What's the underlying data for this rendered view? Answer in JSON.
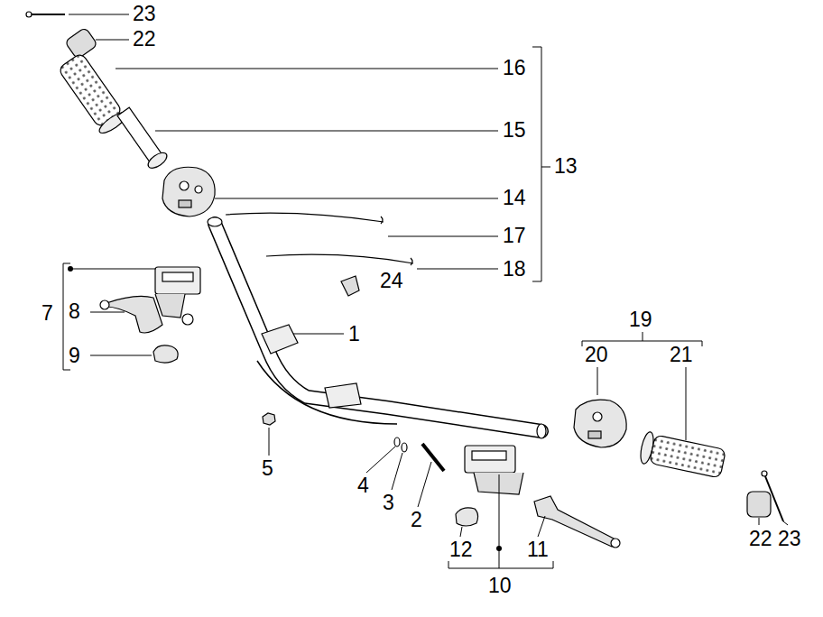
{
  "diagram": {
    "labels": [
      "23",
      "22",
      "16",
      "15",
      "13",
      "14",
      "17",
      "18",
      "24",
      "7",
      "8",
      "9",
      "1",
      "19",
      "20",
      "21",
      "5",
      "4",
      "3",
      "2",
      "12",
      "11",
      "10",
      "22",
      "23"
    ]
  }
}
